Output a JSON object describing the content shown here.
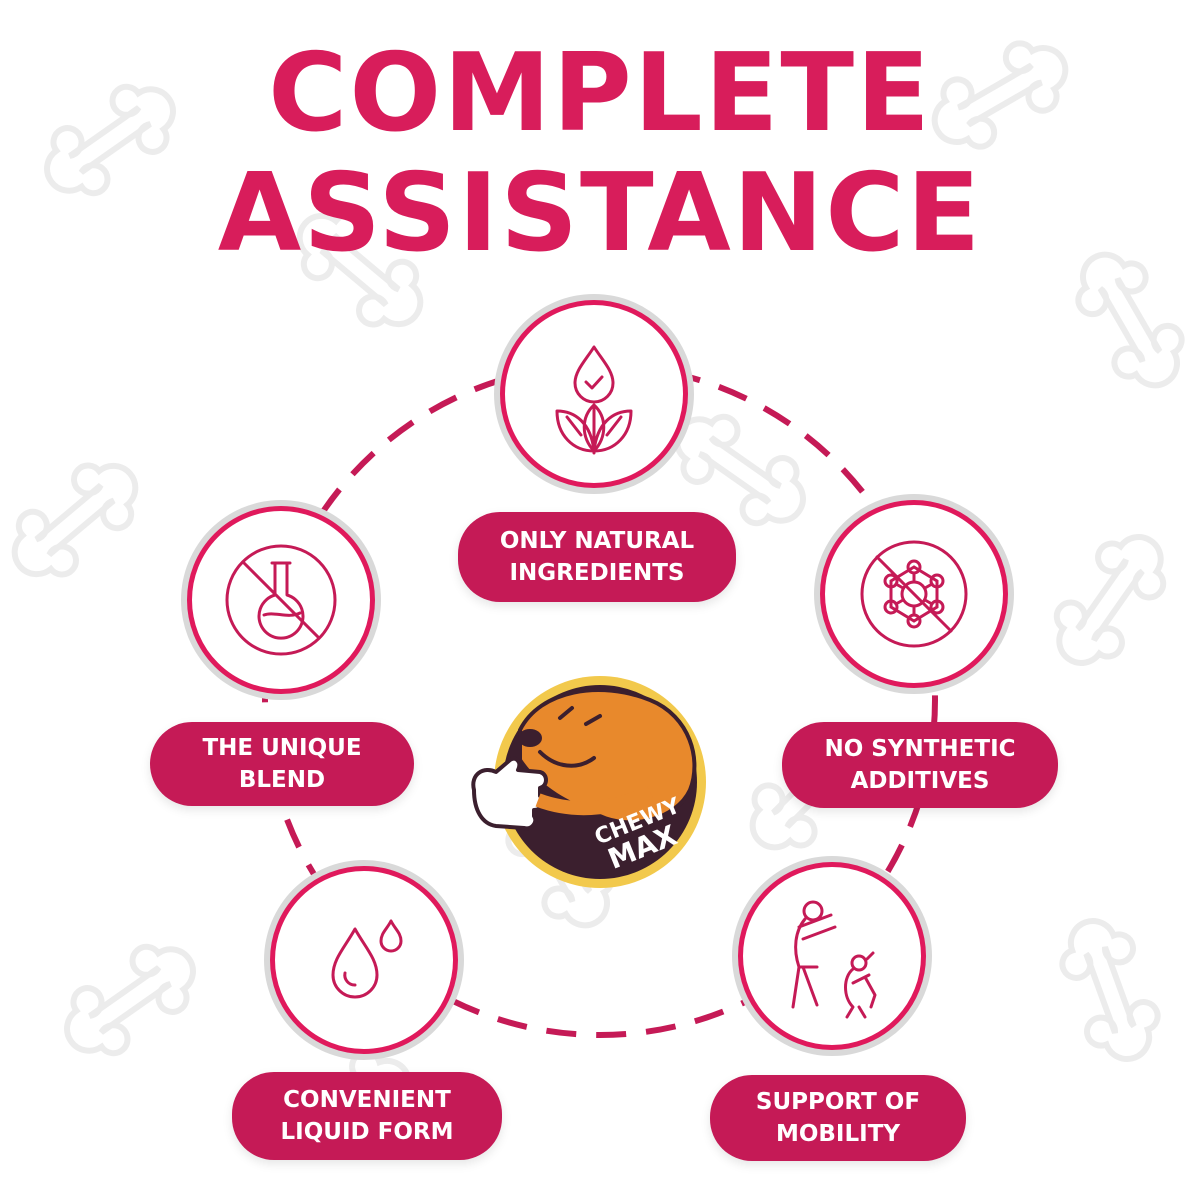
{
  "title": {
    "line1": "COMPLETE",
    "line2": "ASSISTANCE"
  },
  "features": [
    {
      "line1": "ONLY NATURAL",
      "line2": "INGREDIENTS",
      "icon": "drop-with-leaves-icon"
    },
    {
      "line1": "NO SYNTHETIC",
      "line2": "ADDITIVES",
      "icon": "no-chemical-molecule-icon"
    },
    {
      "line1": "SUPPORT OF",
      "line2": "MOBILITY",
      "icon": "person-playing-with-dog-icon"
    },
    {
      "line1": "CONVENIENT",
      "line2": "LIQUID FORM",
      "icon": "liquid-drops-icon"
    },
    {
      "line1": "THE UNIQUE",
      "line2": "BLEND",
      "icon": "no-flask-icon"
    }
  ],
  "logo": {
    "line1": "CHEWY",
    "line2": "MAX"
  },
  "colors": {
    "accent": "#d81d5b",
    "pill": "#c51a56",
    "ring": "#d9d9d9"
  }
}
